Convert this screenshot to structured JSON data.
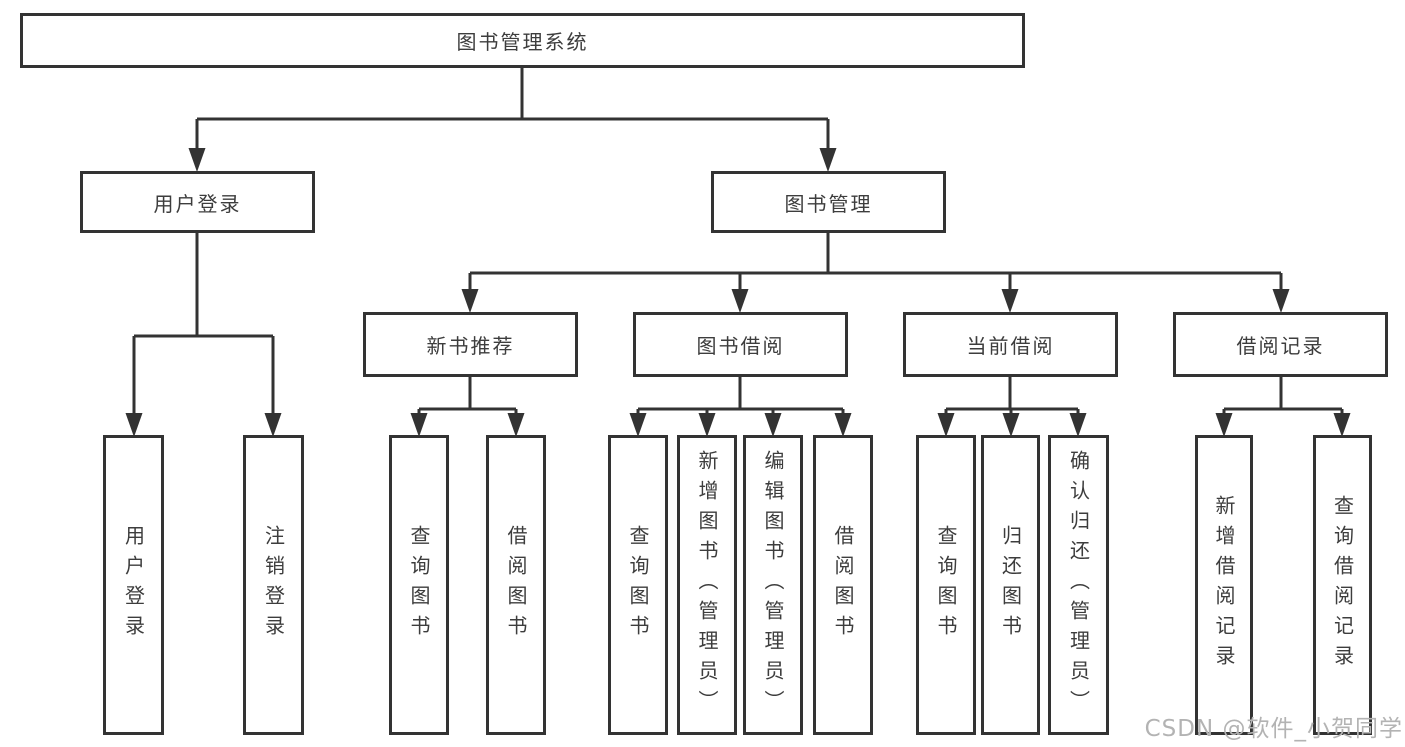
{
  "diagram": {
    "title": "图书管理系统",
    "user_login": {
      "label": "用户登录",
      "children": [
        "用户登录",
        "注销登录"
      ]
    },
    "book_management": {
      "label": "图书管理",
      "modules": [
        {
          "label": "新书推荐",
          "children": [
            "查询图书",
            "借阅图书"
          ]
        },
        {
          "label": "图书借阅",
          "children": [
            "查询图书",
            "新增图书（管理员）",
            "编辑图书（管理员）",
            "借阅图书"
          ]
        },
        {
          "label": "当前借阅",
          "children": [
            "查询图书",
            "归还图书",
            "确认归还（管理员）"
          ]
        },
        {
          "label": "借阅记录",
          "children": [
            "新增借阅记录",
            "查询借阅记录"
          ]
        }
      ]
    }
  },
  "watermark": "CSDN @软件_小贺同学",
  "colors": {
    "line": "#333333",
    "text": "#3d3d3d",
    "watermark": "#b3b3b3",
    "background": "#ffffff"
  }
}
